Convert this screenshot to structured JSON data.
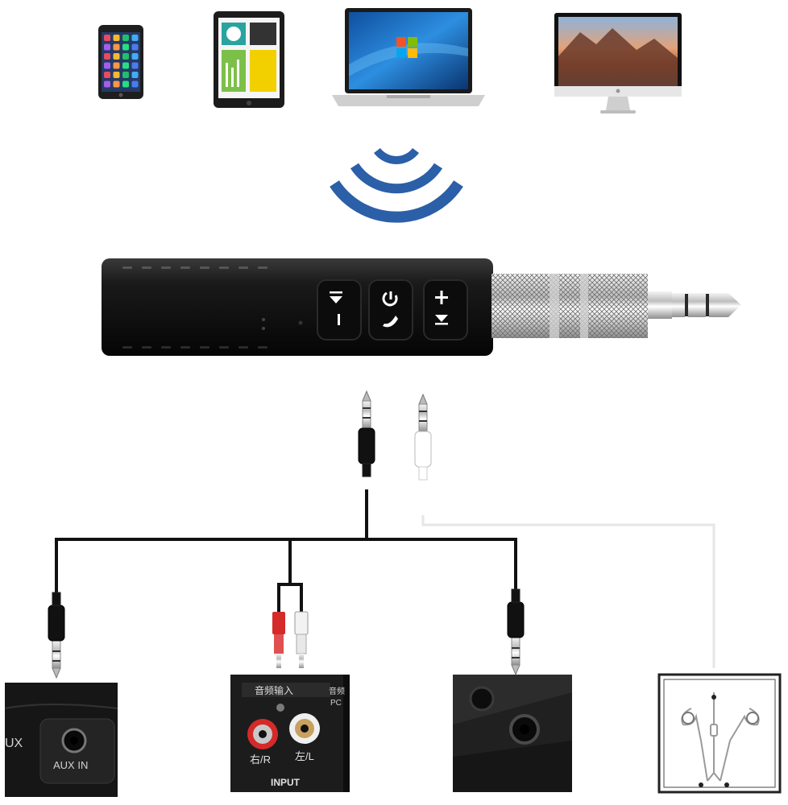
{
  "source_devices": [
    {
      "name": "phone"
    },
    {
      "name": "tablet"
    },
    {
      "name": "laptop"
    },
    {
      "name": "desktop"
    }
  ],
  "receiver": {
    "buttons": [
      {
        "name": "previous-volume-down",
        "icons": [
          "previous-track-icon",
          "volume-down-icon"
        ]
      },
      {
        "name": "power-call",
        "icons": [
          "power-icon",
          "phone-call-icon"
        ]
      },
      {
        "name": "volume-up-next",
        "icons": [
          "volume-up-icon",
          "next-track-icon"
        ]
      }
    ]
  },
  "targets": {
    "aux_panel": {
      "label_left": "UX",
      "label_jack": "AUX IN"
    },
    "rca_panel": {
      "top_label": "音频输入",
      "side_label_top": "音频",
      "side_label_bottom": "PC",
      "right_label": "右/R",
      "left_label": "左/L",
      "bottom_label": "INPUT"
    },
    "jack_panel": {
      "label": ""
    },
    "earphones": {
      "label": ""
    }
  },
  "colors": {
    "wireless": "#2b5fa8",
    "cable": "#111111",
    "white_cable": "#e6e6e6",
    "rca_red": "#d42a2a",
    "rca_white": "#f2f2f2"
  }
}
